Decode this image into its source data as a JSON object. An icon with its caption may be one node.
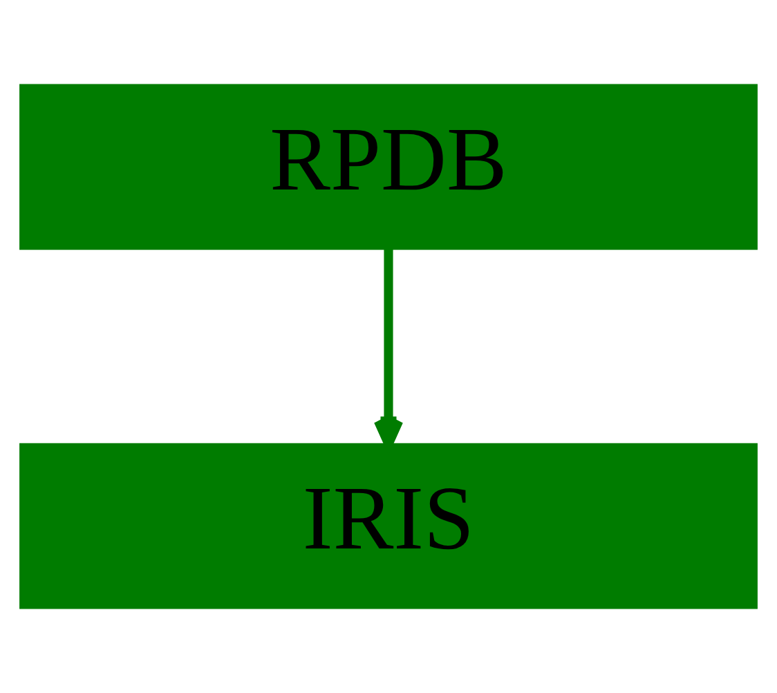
{
  "diagram": {
    "nodes": [
      {
        "text": [
          "RPDB"
        ]
      },
      {
        "text": [
          "IRIS"
        ]
      }
    ],
    "edges": [
      {
        "from": 0,
        "to": 1,
        "arrow": "to"
      }
    ]
  }
}
